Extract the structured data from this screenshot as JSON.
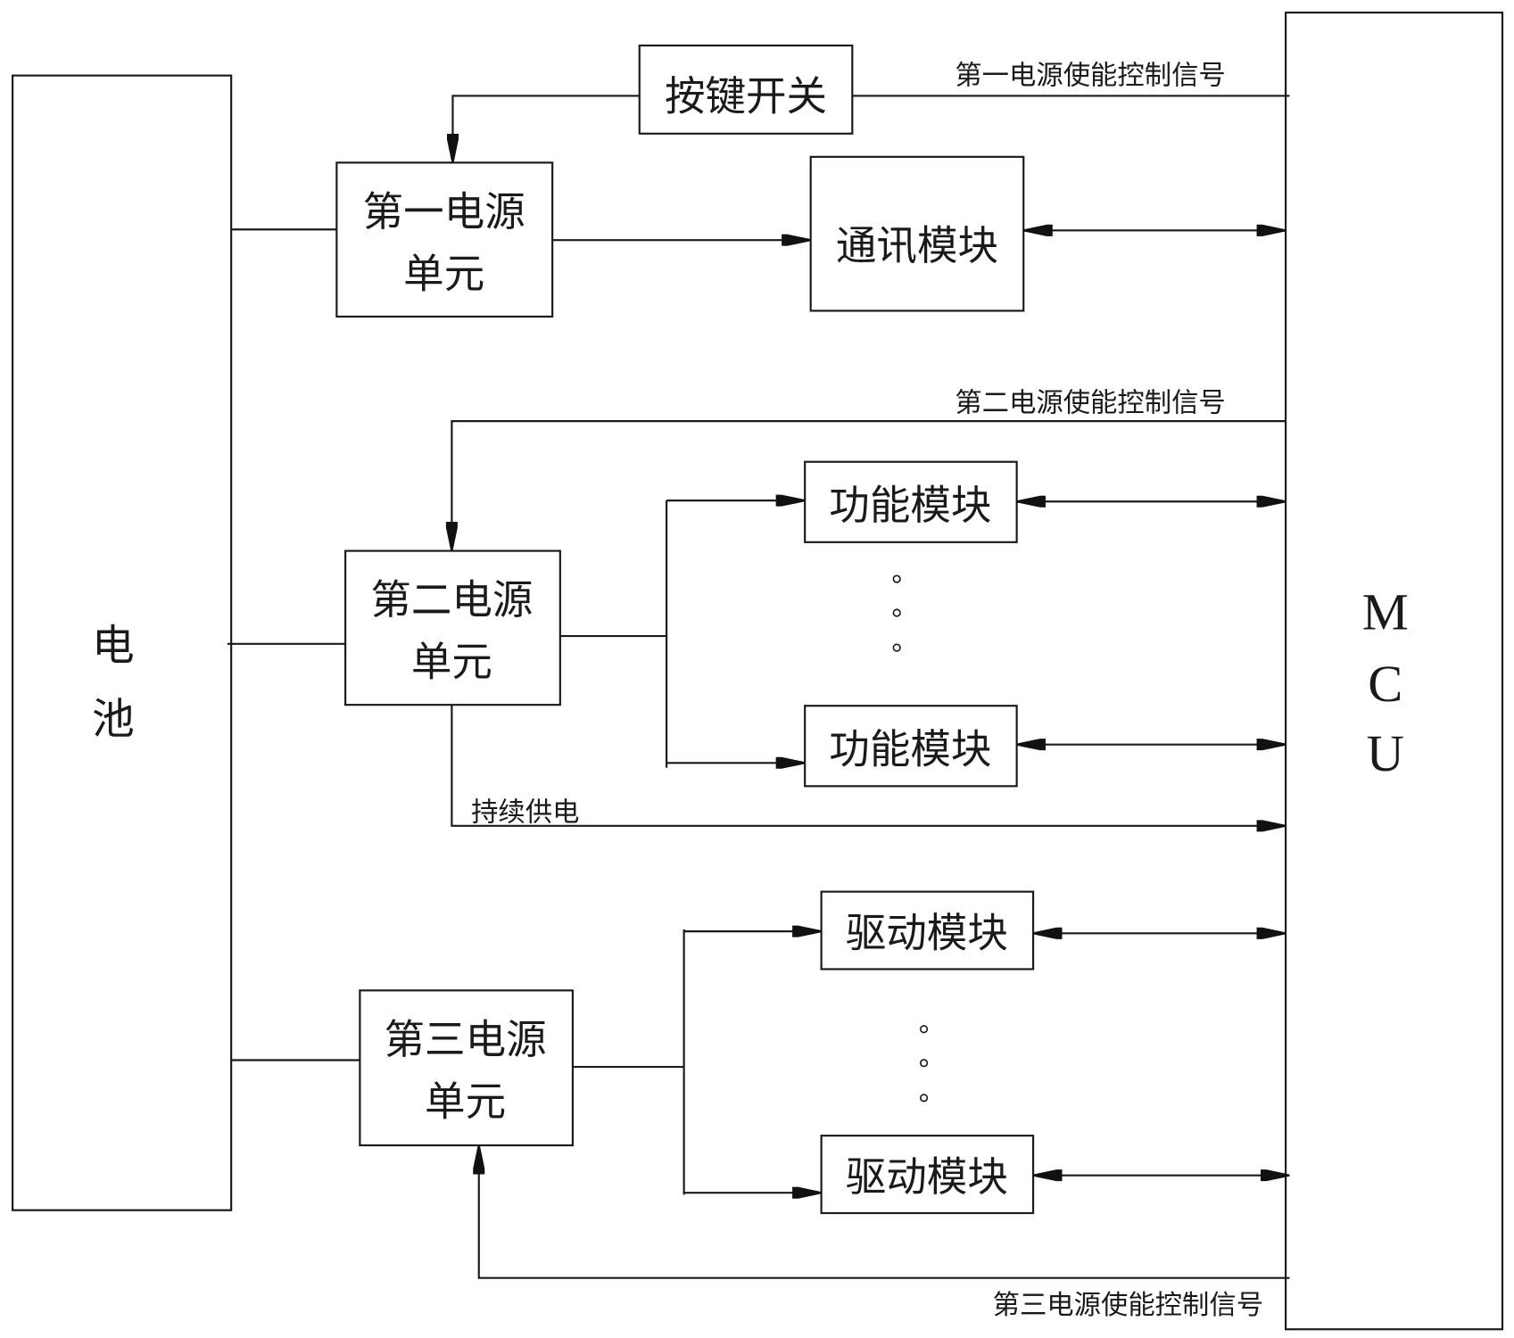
{
  "diagram": {
    "battery": {
      "label_line1": "电",
      "label_line2": "池"
    },
    "mcu": {
      "label_m": "M",
      "label_c": "C",
      "label_u": "U"
    },
    "key_switch": {
      "label": "按键开关"
    },
    "power_unit_1": {
      "label_line1": "第一电源",
      "label_line2": "单元"
    },
    "power_unit_2": {
      "label_line1": "第二电源",
      "label_line2": "单元"
    },
    "power_unit_3": {
      "label_line1": "第三电源",
      "label_line2": "单元"
    },
    "comm_module": {
      "label": "通讯模块"
    },
    "function_modules": [
      {
        "label": "功能模块"
      },
      {
        "label": "功能模块"
      }
    ],
    "drive_modules": [
      {
        "label": "驱动模块"
      },
      {
        "label": "驱动模块"
      }
    ],
    "signals": {
      "enable_1": "第一电源使能控制信号",
      "enable_2": "第二电源使能控制信号",
      "enable_3": "第三电源使能控制信号",
      "continuous_supply": "持续供电"
    },
    "colors": {
      "line": "#1a1a1a",
      "background": "#ffffff"
    }
  }
}
